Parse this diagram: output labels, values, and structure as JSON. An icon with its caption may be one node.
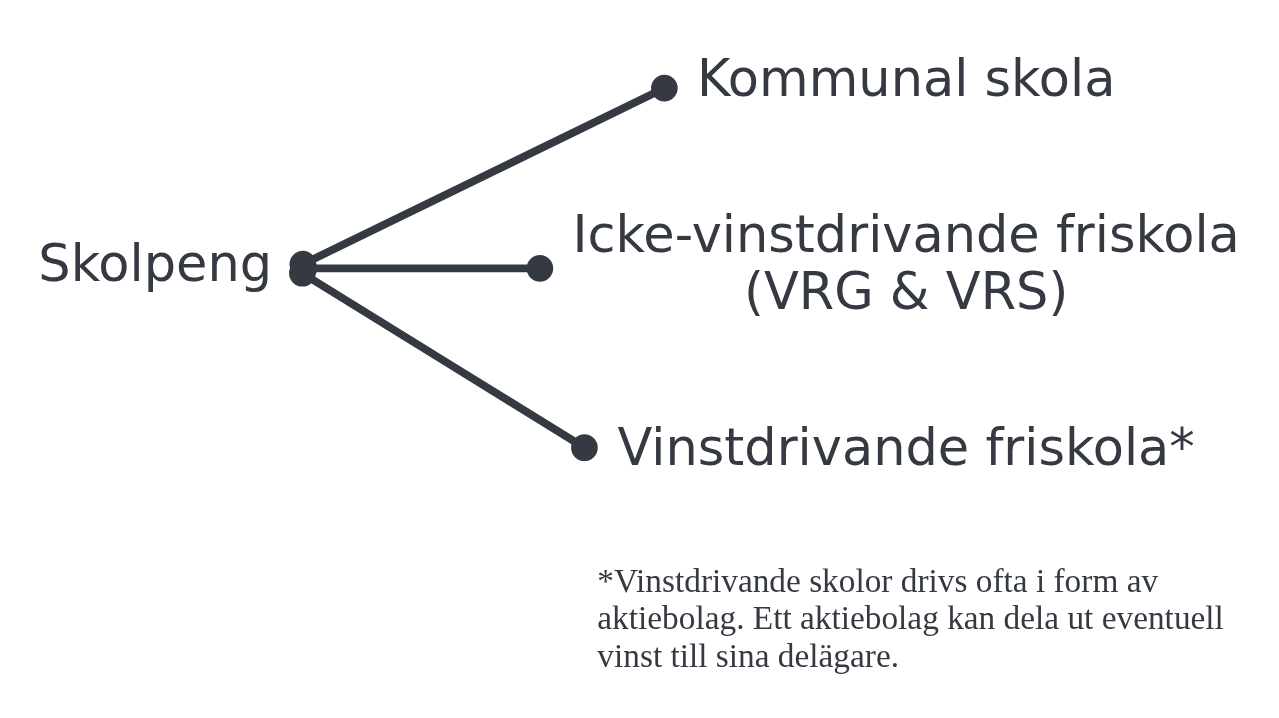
{
  "diagram": {
    "nodes": [
      {
        "text": [
          "Skolpeng"
        ]
      },
      {
        "text": [
          "Kommunal skola"
        ]
      },
      {
        "text": [
          "Icke-vinstdrivande friskola (VRG & VRS)"
        ]
      },
      {
        "text": [
          "Vinstdrivande friskola*"
        ]
      }
    ],
    "edges": [
      {
        "from": 0,
        "to": 1,
        "arrow": "other"
      },
      {
        "from": 0,
        "to": 2,
        "arrow": "other"
      },
      {
        "from": 0,
        "to": 3,
        "arrow": "other"
      }
    ],
    "labels": [
      "*Vinstdrivande skolor drivs ofta i form av aktiebolag. Ett aktiebolag kan dela ut eventuell vinst till sina delägare."
    ]
  }
}
